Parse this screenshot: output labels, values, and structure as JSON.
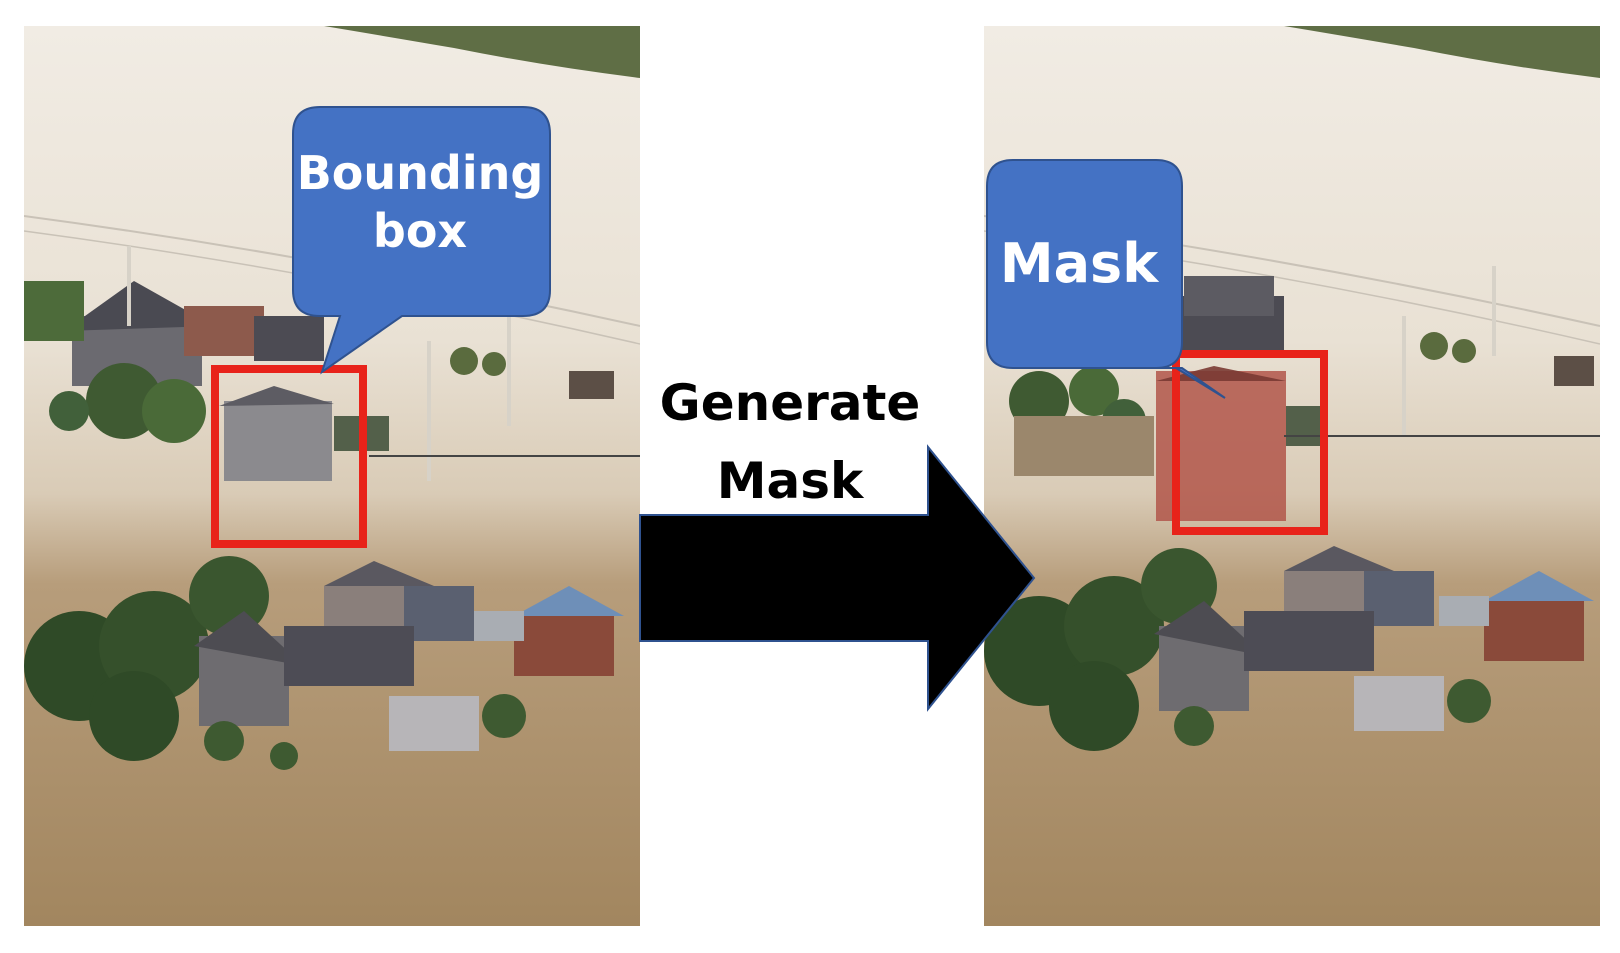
{
  "callouts": {
    "bounding_box": {
      "line1": "Bounding",
      "line2": "box"
    },
    "mask": {
      "label": "Mask"
    }
  },
  "arrow": {
    "line1": "Generate",
    "line2": "Mask"
  },
  "icons": [
    "arrow-right-icon",
    "speech-bubble-icon"
  ],
  "colors": {
    "callout_fill": "#4472C4",
    "callout_stroke": "#2F528F",
    "box_stroke": "#E8231A",
    "arrow_fill": "#000000",
    "water": "#A58B68",
    "flood_light": "#EDE6DA"
  }
}
